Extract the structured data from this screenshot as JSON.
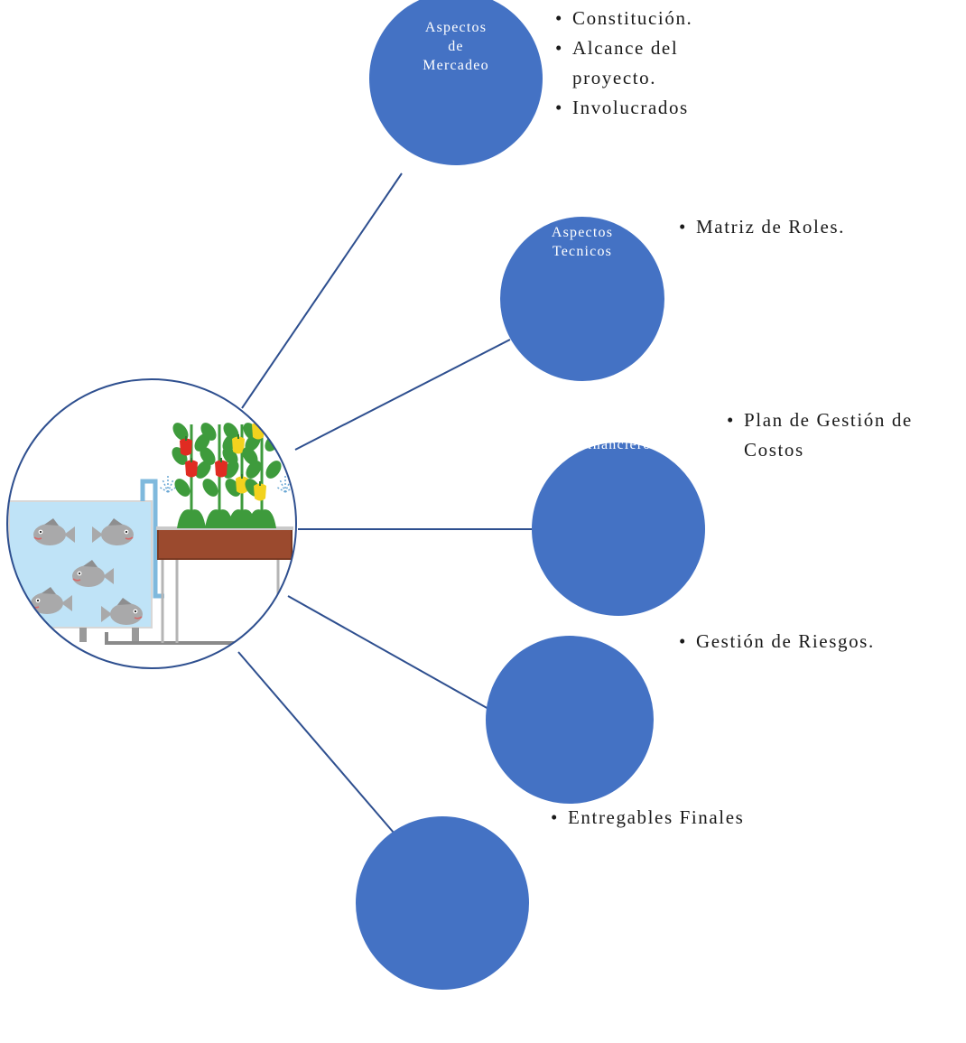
{
  "diagram": {
    "hub": {
      "name": "aquaponics-illustration",
      "icons": [
        "fish-tank-icon",
        "plant-bed-icon",
        "water-pipe-icon"
      ]
    },
    "colors": {
      "node_fill": "#4472c4",
      "connector": "#2e4f8f",
      "hub_stroke": "#2e4f8f",
      "water": "#bfe3f7",
      "soil": "#9b4a2e",
      "leaf": "#3e9b3c",
      "tomato": "#e02b22",
      "pepper": "#f2d21e",
      "fish": "#a9a9aa"
    },
    "branches": [
      {
        "id": "mercadeo",
        "label": [
          "Aspectos",
          "de",
          "Mercadeo"
        ],
        "bullets": [
          [
            "Constitución."
          ],
          [
            "Alcance del",
            "proyecto."
          ],
          [
            "Involucrados"
          ]
        ]
      },
      {
        "id": "tecnicos",
        "label": [
          "Aspectos",
          "Tecnicos"
        ],
        "bullets": [
          [
            "Matriz de Roles."
          ]
        ]
      },
      {
        "id": "financieros",
        "label": [
          "Financieros"
        ],
        "bullets": [
          [
            "Plan de Gestión de",
            "Costos"
          ]
        ]
      },
      {
        "id": "riesgos",
        "label": [],
        "bullets": [
          [
            "Gestión de Riesgos."
          ]
        ]
      },
      {
        "id": "entregables",
        "label": [],
        "bullets": [
          [
            "Entregables Finales"
          ]
        ]
      }
    ]
  }
}
